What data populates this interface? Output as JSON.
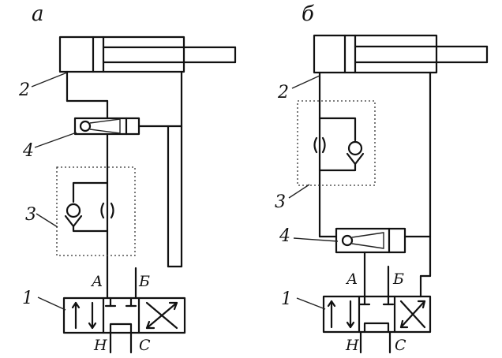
{
  "variants": [
    {
      "id": "a",
      "label": "а",
      "callouts": [
        "1",
        "2",
        "3",
        "4"
      ],
      "ports": {
        "a": "А",
        "b": "Б",
        "n": "Н",
        "c": "С"
      }
    },
    {
      "id": "b",
      "label": "б",
      "callouts": [
        "1",
        "2",
        "3",
        "4"
      ],
      "ports": {
        "a": "А",
        "b": "Б",
        "n": "Н",
        "c": "С"
      }
    }
  ]
}
